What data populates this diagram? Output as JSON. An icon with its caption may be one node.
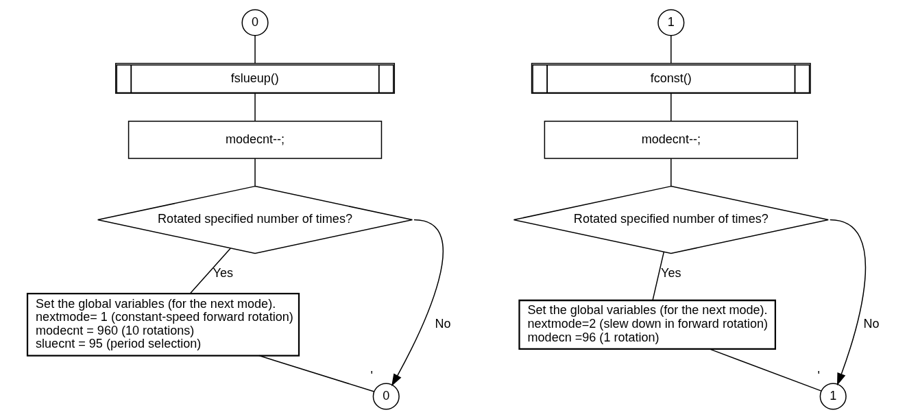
{
  "diagram": {
    "nodes": [
      {
        "text": [
          "0"
        ]
      },
      {
        "text": [
          "fslueup()"
        ]
      },
      {
        "text": [
          "modecnt--;"
        ]
      },
      {
        "text": [
          "Rotated specified number of times?"
        ]
      },
      {
        "text": [
          "Set the global variables (for the next mode).",
          "nextmode= 1 (constant-speed forward rotation)",
          "modecnt = 960 (10 rotations)",
          "sluecnt = 95 (period selection)"
        ]
      },
      {
        "text": [
          "0"
        ],
        "beside": [
          "'"
        ]
      },
      {
        "text": [
          "1"
        ]
      },
      {
        "text": [
          "fconst()"
        ]
      },
      {
        "text": [
          "modecnt--;"
        ]
      },
      {
        "text": [
          "Rotated specified number of times?"
        ]
      },
      {
        "text": [
          "Set the global variables (for the next mode).",
          "nextmode=2 (slew down in forward rotation)",
          "modecn =96 (1 rotation)"
        ]
      },
      {
        "text": [
          "1"
        ],
        "beside": [
          "'"
        ]
      }
    ],
    "edges": [
      {
        "from": 0,
        "to": 1,
        "arrow": "none"
      },
      {
        "from": 1,
        "to": 2,
        "arrow": "none"
      },
      {
        "from": 2,
        "to": 3,
        "arrow": "none"
      },
      {
        "from": 3,
        "to": 4,
        "arrow": "none",
        "label": "Yes"
      },
      {
        "from": 4,
        "to": 5,
        "arrow": "none"
      },
      {
        "from": 3,
        "to": 5,
        "arrow": "to",
        "label": "No"
      },
      {
        "from": 6,
        "to": 7,
        "arrow": "none"
      },
      {
        "from": 7,
        "to": 8,
        "arrow": "none"
      },
      {
        "from": 8,
        "to": 9,
        "arrow": "none"
      },
      {
        "from": 9,
        "to": 10,
        "arrow": "none",
        "label": "Yes"
      },
      {
        "from": 10,
        "to": 11,
        "arrow": "none"
      },
      {
        "from": 9,
        "to": 11,
        "arrow": "to",
        "label": "No"
      }
    ]
  }
}
